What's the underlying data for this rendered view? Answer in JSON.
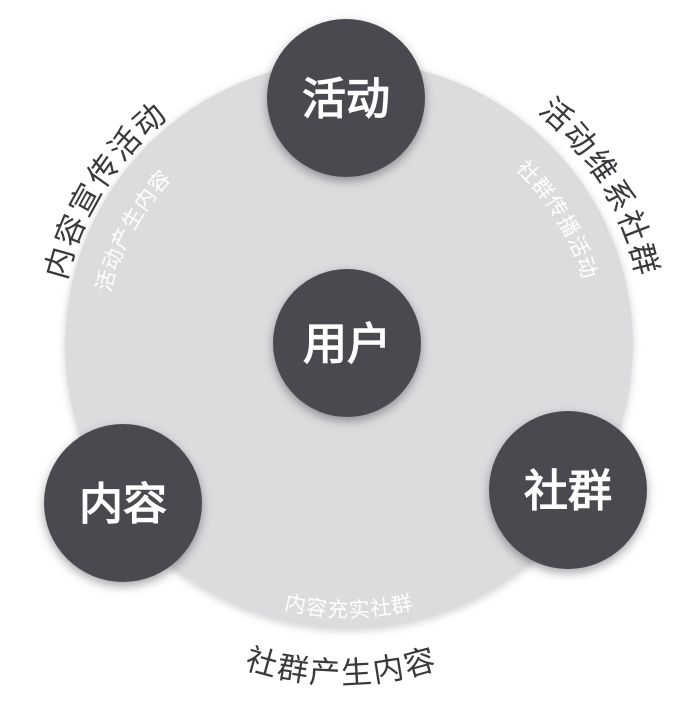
{
  "colors": {
    "background_circle": "#dcdcde",
    "node_fill": "#4a4a50",
    "node_text": "#ffffff",
    "outer_text": "#3a3a3e",
    "inner_text": "#ffffff"
  },
  "nodes": {
    "top": "活动",
    "center": "用户",
    "left": "内容",
    "right": "社群"
  },
  "outer_labels": {
    "left_arc": "内容宣传活动",
    "right_arc": "活动维系社群",
    "bottom_arc": "社群产生内容"
  },
  "inner_labels": {
    "left_arc": "活动产生内容",
    "right_arc": "社群传播活动",
    "bottom_arc": "内容充实社群"
  }
}
